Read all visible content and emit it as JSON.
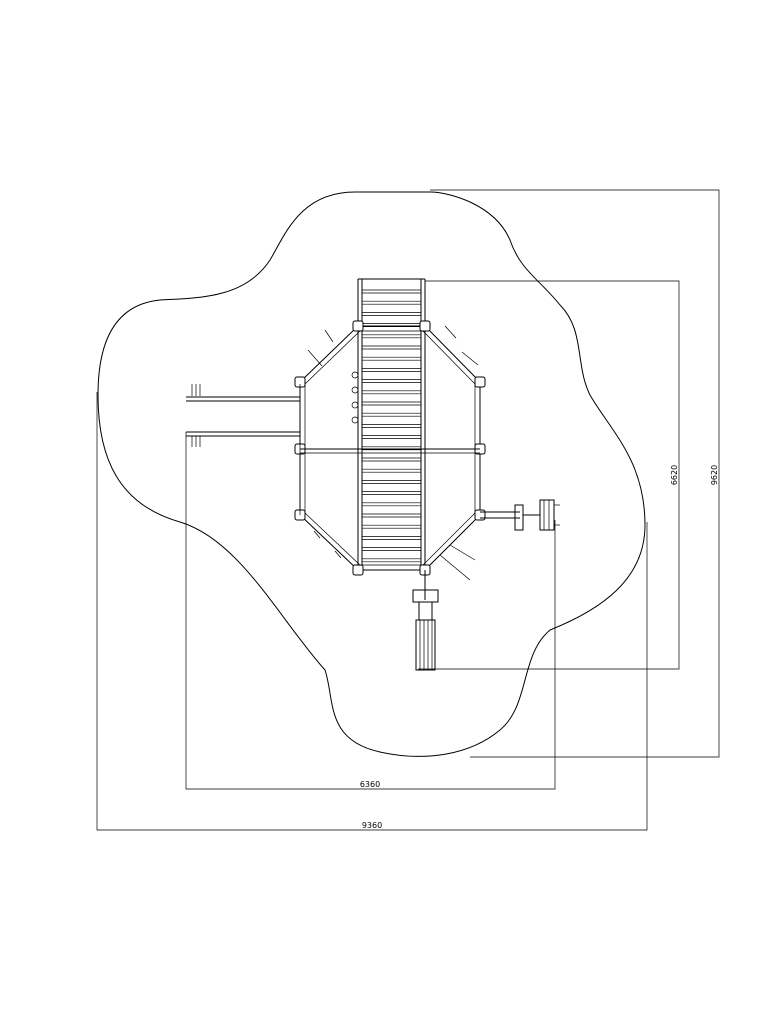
{
  "dimensions": {
    "inner_width": "6360",
    "outer_width": "9360",
    "inner_height": "6620",
    "outer_height": "9620"
  },
  "stroke_color": "#000000",
  "background_color": "#ffffff"
}
